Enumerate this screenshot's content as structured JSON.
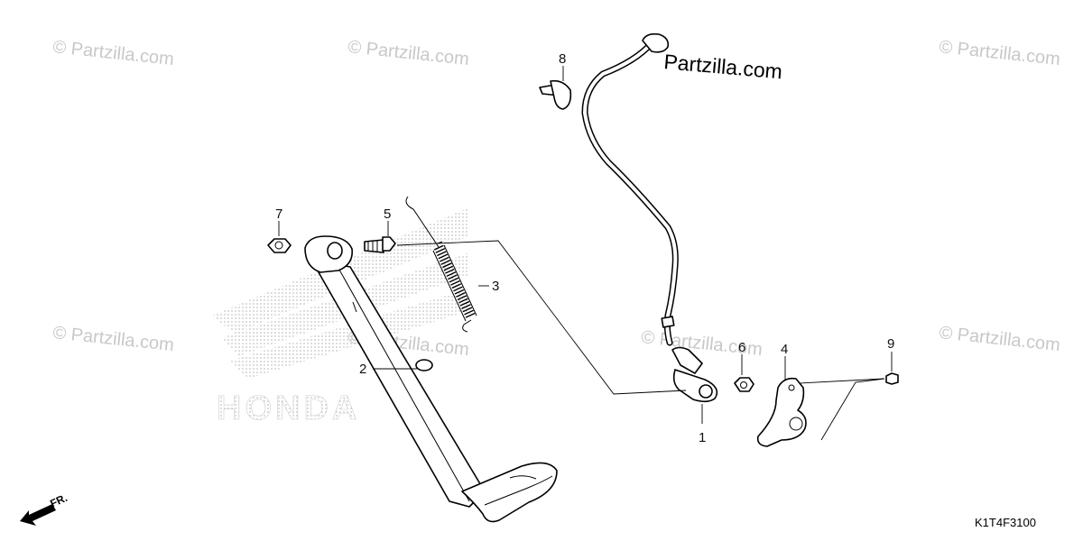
{
  "watermark": {
    "brand_text": "Partzilla.com",
    "tiled_text": "© Partzilla.com",
    "logo_text": "HONDA"
  },
  "diagram_code": "K1T4F3100",
  "direction_label": "FR.",
  "callouts": [
    "1",
    "2",
    "3",
    "4",
    "5",
    "6",
    "7",
    "8",
    "9"
  ],
  "colors": {
    "line": "#000000",
    "watermark": "#c8c8c8",
    "background": "#ffffff"
  }
}
